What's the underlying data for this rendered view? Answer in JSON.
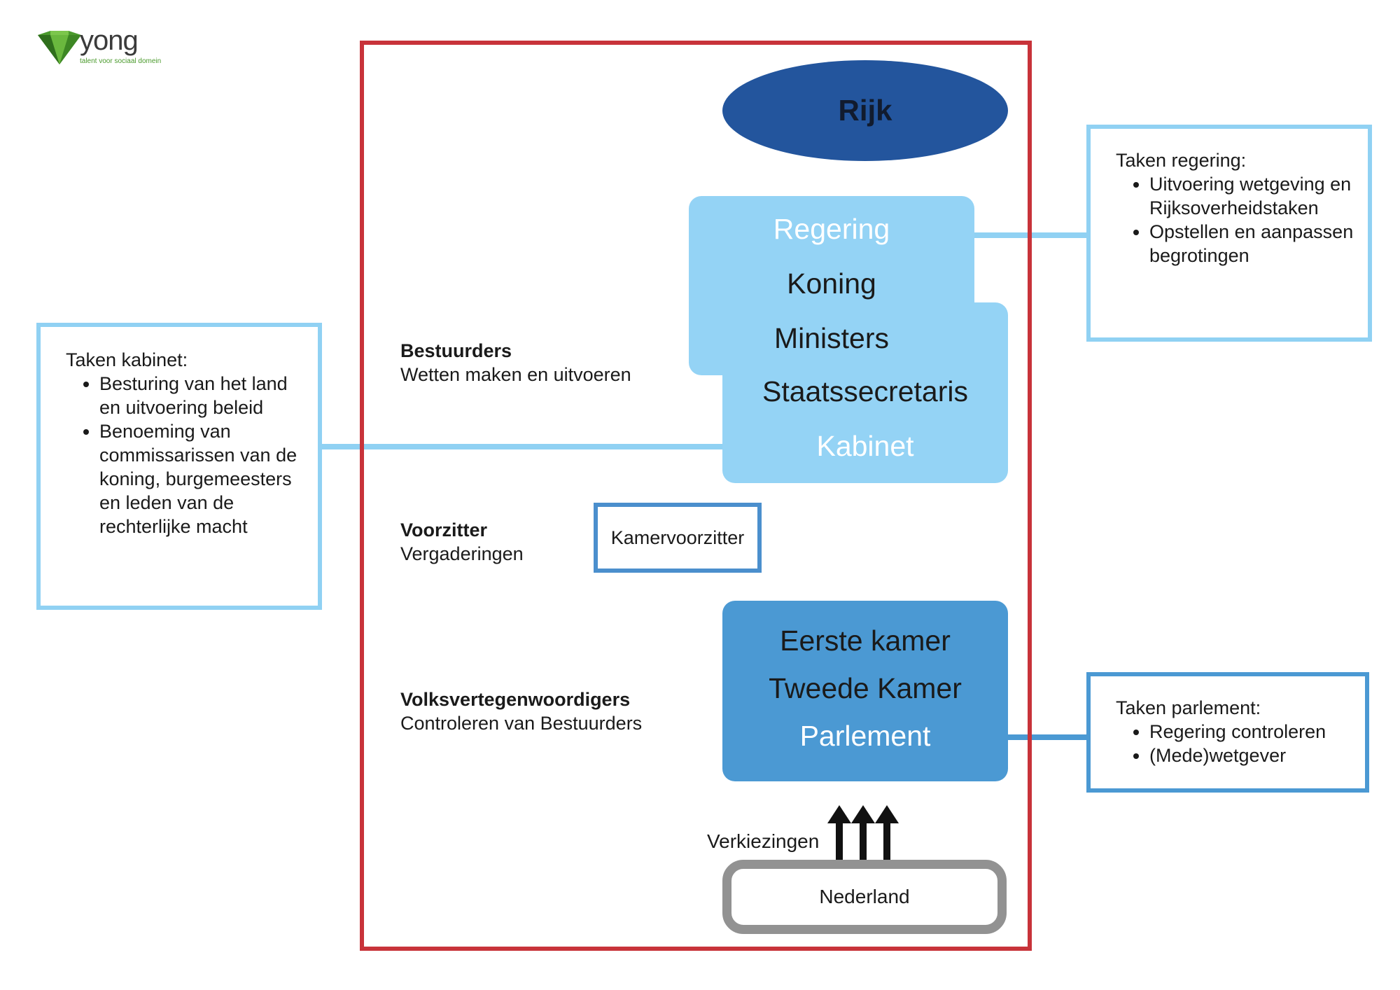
{
  "logo": {
    "word": "yong",
    "tagline": "talent voor sociaal domein",
    "colors": {
      "gem_green": "#4a9a2c",
      "gem_dark": "#2f6e1c"
    }
  },
  "colors": {
    "frame_red": "#c8333a",
    "rijk_blue": "#23559d",
    "light_blue": "#94d3f5",
    "mid_blue": "#4b99d3",
    "grey": "#929292"
  },
  "main": {
    "rijk": "Rijk",
    "regering_stack": {
      "regering": "Regering",
      "koning": "Koning",
      "ministers": "Ministers",
      "staatssecretaris": "Staatssecretaris",
      "kabinet": "Kabinet"
    },
    "parlement_stack": {
      "eerste_kamer": "Eerste kamer",
      "tweede_kamer": "Tweede Kamer",
      "parlement": "Parlement"
    },
    "kamervoorzitter": "Kamervoorzitter",
    "nederland": "Nederland",
    "verkiezingen": "Verkiezingen"
  },
  "roles": {
    "bestuurders": {
      "title": "Bestuurders",
      "desc": "Wetten maken en uitvoeren"
    },
    "voorzitter": {
      "title": "Voorzitter",
      "desc": "Vergaderingen"
    },
    "volksvertegenwoordigers": {
      "title": "Volksvertegenwoordigers",
      "desc": "Controleren van Bestuurders"
    }
  },
  "info_kabinet": {
    "title": "Taken kabinet:",
    "items": [
      "Besturing van het land en uitvoering beleid",
      "Benoeming van commissarissen van de koning, burgemeesters en leden van de rechterlijke macht"
    ]
  },
  "info_regering": {
    "title": "Taken regering:",
    "items": [
      "Uitvoering wetgeving en Rijksoverheidstaken",
      "Opstellen en aanpassen begrotingen"
    ]
  },
  "info_parlement": {
    "title": "Taken parlement:",
    "items": [
      "Regering controleren",
      "(Mede)wetgever"
    ]
  }
}
